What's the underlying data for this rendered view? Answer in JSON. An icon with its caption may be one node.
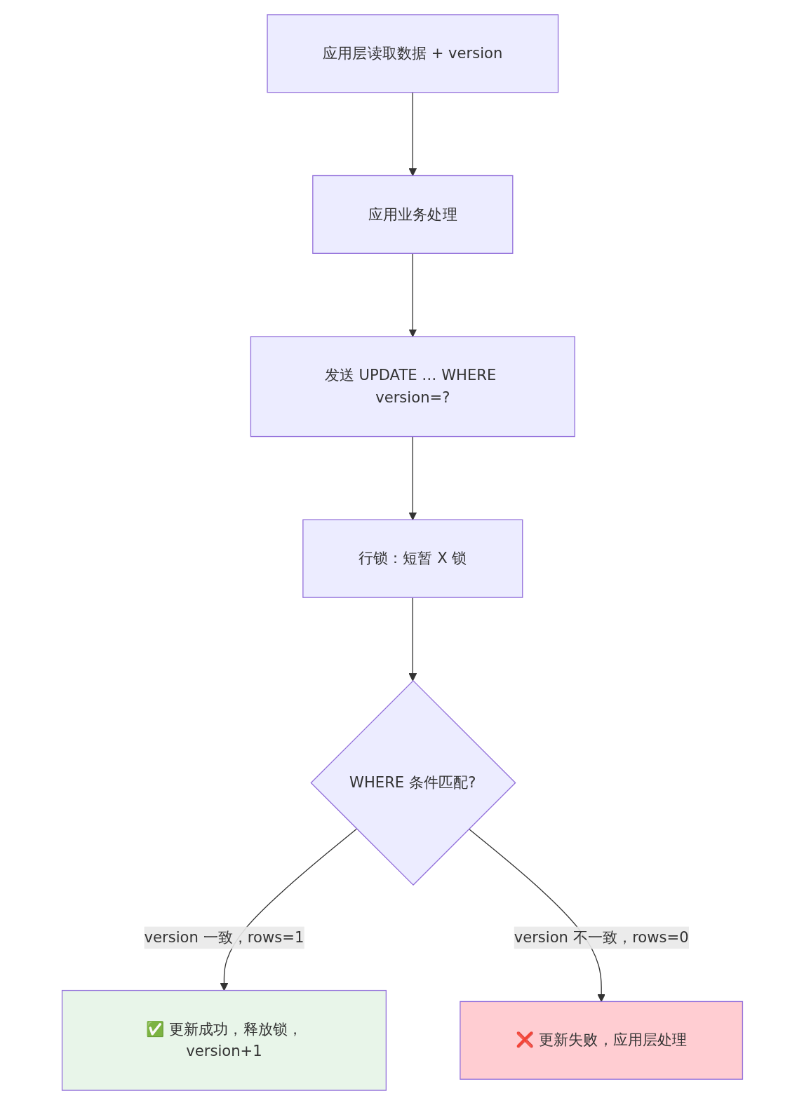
{
  "diagram": {
    "nodes": [
      {
        "text": [
          "应用层读取数据 + version"
        ]
      },
      {
        "text": [
          "应用业务处理"
        ]
      },
      {
        "text": [
          "发送 UPDATE … WHERE version=?"
        ]
      },
      {
        "text": [
          "行锁：短暂 X 锁"
        ]
      },
      {
        "text": [
          "WHERE 条件匹配?"
        ]
      },
      {
        "text": [
          "✅ 更新成功，释放锁，version+1"
        ]
      },
      {
        "text": [
          "❌ 更新失败，应用层处理"
        ]
      }
    ],
    "edges": [
      {
        "from": 0,
        "to": 1,
        "arrow": "to"
      },
      {
        "from": 1,
        "to": 2,
        "arrow": "to"
      },
      {
        "from": 2,
        "to": 3,
        "arrow": "to"
      },
      {
        "from": 3,
        "to": 4,
        "arrow": "to"
      },
      {
        "from": 4,
        "to": 5,
        "arrow": "to",
        "label": "version 一致，rows=1"
      },
      {
        "from": 4,
        "to": 6,
        "arrow": "to",
        "label": "version 不一致，rows=0"
      }
    ]
  }
}
